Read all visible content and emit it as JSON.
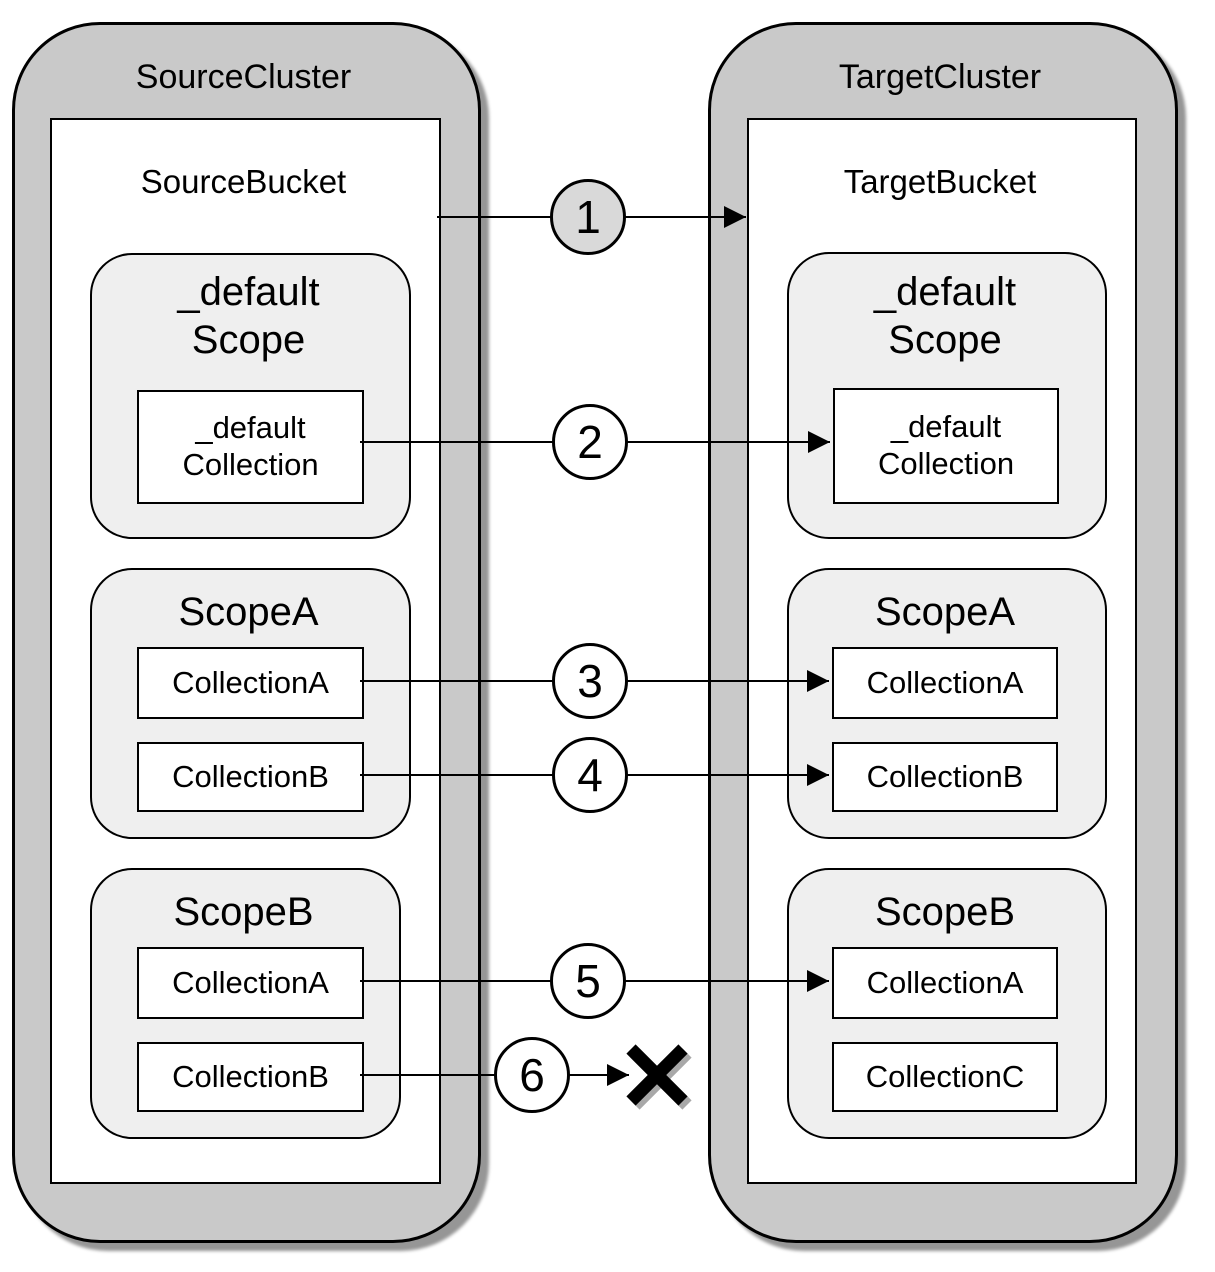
{
  "source_cluster": {
    "title": "SourceCluster",
    "bucket_title": "SourceBucket",
    "default_scope": {
      "title": "_default\nScope",
      "collection": "_default\nCollection"
    },
    "scope_a": {
      "title": "ScopeA",
      "collection_a": "CollectionA",
      "collection_b": "CollectionB"
    },
    "scope_b": {
      "title": "ScopeB",
      "collection_a": "CollectionA",
      "collection_b": "CollectionB"
    }
  },
  "target_cluster": {
    "title": "TargetCluster",
    "bucket_title": "TargetBucket",
    "default_scope": {
      "title": "_default\nScope",
      "collection": "_default\nCollection"
    },
    "scope_a": {
      "title": "ScopeA",
      "collection_a": "CollectionA",
      "collection_b": "CollectionB"
    },
    "scope_b": {
      "title": "ScopeB",
      "collection_a": "CollectionA",
      "collection_c": "CollectionC"
    }
  },
  "mappings": {
    "m1": "1",
    "m2": "2",
    "m3": "3",
    "m4": "4",
    "m5": "5",
    "m6": "6"
  },
  "colors": {
    "cluster_fill": "#c9c9c9",
    "scope_fill": "#efefef",
    "collection_fill": "#ffffff",
    "circle_1_fill": "#d9d9d9",
    "circle_fill": "#ffffff",
    "line_color": "#000000"
  }
}
